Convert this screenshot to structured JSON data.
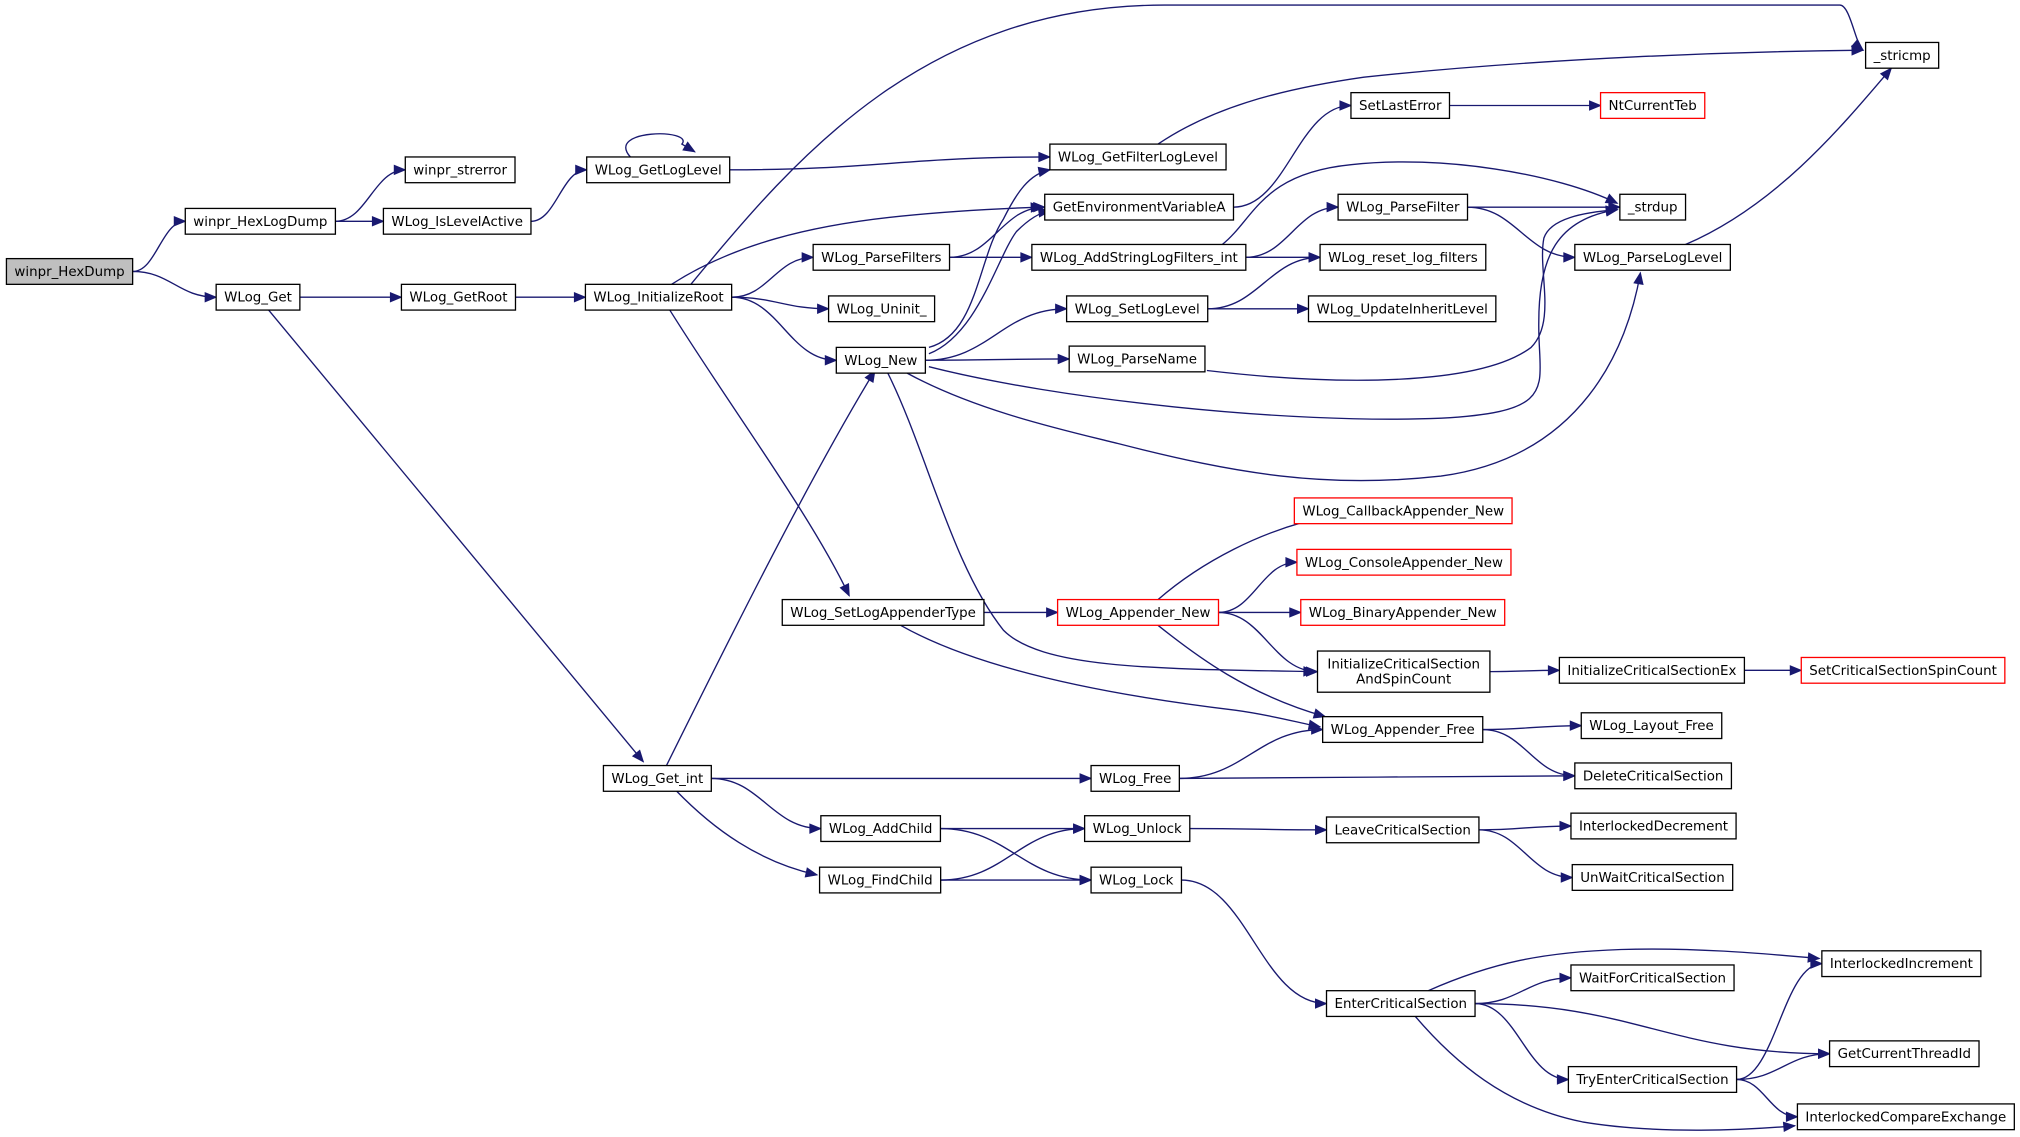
{
  "diagram": {
    "colors": {
      "edge": "#191970",
      "node_border": "#000000",
      "node_border_external": "#ff0000",
      "root_fill": "#bfbfbf",
      "background": "#ffffff"
    },
    "nodes": [
      {
        "id": "winpr_HexDump",
        "label": "winpr_HexDump",
        "style": "root"
      },
      {
        "id": "winpr_HexLogDump",
        "label": "winpr_HexLogDump"
      },
      {
        "id": "WLog_Get",
        "label": "WLog_Get"
      },
      {
        "id": "winpr_strerror",
        "label": "winpr_strerror"
      },
      {
        "id": "WLog_IsLevelActive",
        "label": "WLog_IsLevelActive"
      },
      {
        "id": "WLog_GetLogLevel",
        "label": "WLog_GetLogLevel"
      },
      {
        "id": "WLog_GetRoot",
        "label": "WLog_GetRoot"
      },
      {
        "id": "WLog_InitializeRoot",
        "label": "WLog_InitializeRoot"
      },
      {
        "id": "WLog_Get_int",
        "label": "WLog_Get_int"
      },
      {
        "id": "WLog_ParseFilters",
        "label": "WLog_ParseFilters"
      },
      {
        "id": "WLog_Uninit_",
        "label": "WLog_Uninit_"
      },
      {
        "id": "WLog_New",
        "label": "WLog_New"
      },
      {
        "id": "WLog_SetLogAppenderType",
        "label": "WLog_SetLogAppenderType"
      },
      {
        "id": "WLog_AddChild",
        "label": "WLog_AddChild"
      },
      {
        "id": "WLog_FindChild",
        "label": "WLog_FindChild"
      },
      {
        "id": "WLog_GetFilterLogLevel",
        "label": "WLog_GetFilterLogLevel"
      },
      {
        "id": "GetEnvironmentVariableA",
        "label": "GetEnvironmentVariableA"
      },
      {
        "id": "WLog_AddStringLogFilters_int",
        "label": "WLog_AddStringLogFilters_int"
      },
      {
        "id": "WLog_SetLogLevel",
        "label": "WLog_SetLogLevel"
      },
      {
        "id": "WLog_ParseName",
        "label": "WLog_ParseName"
      },
      {
        "id": "WLog_Appender_New",
        "label": "WLog_Appender_New",
        "style": "external"
      },
      {
        "id": "WLog_Free",
        "label": "WLog_Free"
      },
      {
        "id": "WLog_Unlock",
        "label": "WLog_Unlock"
      },
      {
        "id": "WLog_Lock",
        "label": "WLog_Lock"
      },
      {
        "id": "SetLastError",
        "label": "SetLastError"
      },
      {
        "id": "WLog_ParseFilter",
        "label": "WLog_ParseFilter"
      },
      {
        "id": "WLog_reset_log_filters",
        "label": "WLog_reset_log_filters"
      },
      {
        "id": "WLog_UpdateInheritLevel",
        "label": "WLog_UpdateInheritLevel"
      },
      {
        "id": "WLog_CallbackAppender_New",
        "label": "WLog_CallbackAppender_New",
        "style": "external"
      },
      {
        "id": "WLog_ConsoleAppender_New",
        "label": "WLog_ConsoleAppender_New",
        "style": "external"
      },
      {
        "id": "WLog_BinaryAppender_New",
        "label": "WLog_BinaryAppender_New",
        "style": "external"
      },
      {
        "id": "InitializeCriticalSectionAndSpinCount",
        "label": [
          "InitializeCriticalSection",
          "AndSpinCount"
        ]
      },
      {
        "id": "WLog_Appender_Free",
        "label": "WLog_Appender_Free"
      },
      {
        "id": "LeaveCriticalSection",
        "label": "LeaveCriticalSection"
      },
      {
        "id": "EnterCriticalSection",
        "label": "EnterCriticalSection"
      },
      {
        "id": "NtCurrentTeb",
        "label": "NtCurrentTeb",
        "style": "external"
      },
      {
        "id": "_strdup",
        "label": "_strdup"
      },
      {
        "id": "WLog_ParseLogLevel",
        "label": "WLog_ParseLogLevel"
      },
      {
        "id": "InitializeCriticalSectionEx",
        "label": "InitializeCriticalSectionEx"
      },
      {
        "id": "WLog_Layout_Free",
        "label": "WLog_Layout_Free"
      },
      {
        "id": "DeleteCriticalSection",
        "label": "DeleteCriticalSection"
      },
      {
        "id": "InterlockedDecrement",
        "label": "InterlockedDecrement"
      },
      {
        "id": "UnWaitCriticalSection",
        "label": "UnWaitCriticalSection"
      },
      {
        "id": "WaitForCriticalSection",
        "label": "WaitForCriticalSection"
      },
      {
        "id": "TryEnterCriticalSection",
        "label": "TryEnterCriticalSection"
      },
      {
        "id": "_stricmp",
        "label": "_stricmp"
      },
      {
        "id": "SetCriticalSectionSpinCount",
        "label": "SetCriticalSectionSpinCount",
        "style": "external"
      },
      {
        "id": "InterlockedIncrement",
        "label": "InterlockedIncrement"
      },
      {
        "id": "GetCurrentThreadId",
        "label": "GetCurrentThreadId"
      },
      {
        "id": "InterlockedCompareExchange",
        "label": "InterlockedCompareExchange"
      }
    ],
    "edges": [
      [
        "winpr_HexDump",
        "winpr_HexLogDump"
      ],
      [
        "winpr_HexDump",
        "WLog_Get"
      ],
      [
        "winpr_HexLogDump",
        "winpr_strerror"
      ],
      [
        "winpr_HexLogDump",
        "WLog_IsLevelActive"
      ],
      [
        "WLog_IsLevelActive",
        "WLog_GetLogLevel"
      ],
      [
        "WLog_GetLogLevel",
        "WLog_GetLogLevel"
      ],
      [
        "WLog_GetLogLevel",
        "WLog_GetFilterLogLevel"
      ],
      [
        "WLog_Get",
        "WLog_GetRoot"
      ],
      [
        "WLog_Get",
        "WLog_Get_int"
      ],
      [
        "WLog_GetRoot",
        "WLog_InitializeRoot"
      ],
      [
        "WLog_InitializeRoot",
        "_stricmp"
      ],
      [
        "WLog_InitializeRoot",
        "GetEnvironmentVariableA"
      ],
      [
        "WLog_InitializeRoot",
        "WLog_ParseFilters"
      ],
      [
        "WLog_InitializeRoot",
        "WLog_Uninit_"
      ],
      [
        "WLog_InitializeRoot",
        "WLog_New"
      ],
      [
        "WLog_InitializeRoot",
        "WLog_SetLogAppenderType"
      ],
      [
        "WLog_ParseFilters",
        "GetEnvironmentVariableA"
      ],
      [
        "WLog_ParseFilters",
        "WLog_AddStringLogFilters_int"
      ],
      [
        "WLog_New",
        "WLog_GetFilterLogLevel"
      ],
      [
        "WLog_New",
        "GetEnvironmentVariableA"
      ],
      [
        "WLog_New",
        "WLog_SetLogLevel"
      ],
      [
        "WLog_New",
        "WLog_ParseName"
      ],
      [
        "WLog_New",
        "_strdup"
      ],
      [
        "WLog_New",
        "WLog_ParseLogLevel"
      ],
      [
        "WLog_New",
        "InitializeCriticalSectionAndSpinCount"
      ],
      [
        "WLog_SetLogAppenderType",
        "WLog_Appender_New"
      ],
      [
        "WLog_SetLogAppenderType",
        "WLog_Appender_Free"
      ],
      [
        "WLog_Get_int",
        "WLog_New"
      ],
      [
        "WLog_Get_int",
        "WLog_Free"
      ],
      [
        "WLog_Get_int",
        "WLog_AddChild"
      ],
      [
        "WLog_Get_int",
        "WLog_FindChild"
      ],
      [
        "WLog_AddChild",
        "WLog_Unlock"
      ],
      [
        "WLog_AddChild",
        "WLog_Lock"
      ],
      [
        "WLog_FindChild",
        "WLog_Unlock"
      ],
      [
        "WLog_FindChild",
        "WLog_Lock"
      ],
      [
        "WLog_GetFilterLogLevel",
        "_stricmp"
      ],
      [
        "GetEnvironmentVariableA",
        "SetLastError"
      ],
      [
        "WLog_AddStringLogFilters_int",
        "_strdup"
      ],
      [
        "WLog_AddStringLogFilters_int",
        "WLog_ParseFilter"
      ],
      [
        "WLog_AddStringLogFilters_int",
        "WLog_reset_log_filters"
      ],
      [
        "WLog_SetLogLevel",
        "WLog_reset_log_filters"
      ],
      [
        "WLog_SetLogLevel",
        "WLog_UpdateInheritLevel"
      ],
      [
        "WLog_ParseName",
        "_strdup"
      ],
      [
        "WLog_Appender_New",
        "WLog_CallbackAppender_New"
      ],
      [
        "WLog_Appender_New",
        "WLog_ConsoleAppender_New"
      ],
      [
        "WLog_Appender_New",
        "WLog_BinaryAppender_New"
      ],
      [
        "WLog_Appender_New",
        "InitializeCriticalSectionAndSpinCount"
      ],
      [
        "WLog_Appender_New",
        "WLog_Appender_Free"
      ],
      [
        "WLog_Free",
        "WLog_Appender_Free"
      ],
      [
        "WLog_Free",
        "DeleteCriticalSection"
      ],
      [
        "WLog_Unlock",
        "LeaveCriticalSection"
      ],
      [
        "WLog_Lock",
        "EnterCriticalSection"
      ],
      [
        "SetLastError",
        "NtCurrentTeb"
      ],
      [
        "WLog_ParseFilter",
        "_strdup"
      ],
      [
        "WLog_ParseFilter",
        "WLog_ParseLogLevel"
      ],
      [
        "WLog_ParseLogLevel",
        "_stricmp"
      ],
      [
        "InitializeCriticalSectionAndSpinCount",
        "InitializeCriticalSectionEx"
      ],
      [
        "InitializeCriticalSectionEx",
        "SetCriticalSectionSpinCount"
      ],
      [
        "WLog_Appender_Free",
        "WLog_Layout_Free"
      ],
      [
        "WLog_Appender_Free",
        "DeleteCriticalSection"
      ],
      [
        "LeaveCriticalSection",
        "InterlockedDecrement"
      ],
      [
        "LeaveCriticalSection",
        "UnWaitCriticalSection"
      ],
      [
        "EnterCriticalSection",
        "InterlockedIncrement"
      ],
      [
        "EnterCriticalSection",
        "WaitForCriticalSection"
      ],
      [
        "EnterCriticalSection",
        "GetCurrentThreadId"
      ],
      [
        "EnterCriticalSection",
        "TryEnterCriticalSection"
      ],
      [
        "EnterCriticalSection",
        "InterlockedCompareExchange"
      ],
      [
        "TryEnterCriticalSection",
        "InterlockedIncrement"
      ],
      [
        "TryEnterCriticalSection",
        "GetCurrentThreadId"
      ],
      [
        "TryEnterCriticalSection",
        "InterlockedCompareExchange"
      ]
    ]
  }
}
